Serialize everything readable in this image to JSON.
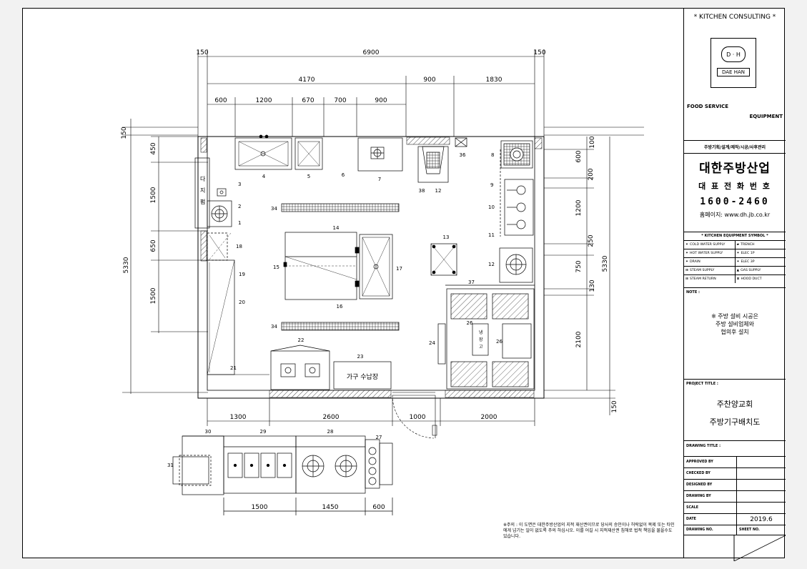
{
  "dims": {
    "overall": "6900",
    "left_margin": "150",
    "right_margin": "150",
    "seg_a": "4170",
    "seg_b": "900",
    "seg_c": "1830",
    "sub": [
      "600",
      "1200",
      "670",
      "700",
      "900"
    ],
    "left_side": [
      "450",
      "1500",
      "650",
      "1500"
    ],
    "left_total": "5330",
    "left_top": "150",
    "right_side": [
      "100",
      "600",
      "200",
      "1200",
      "250",
      "750",
      "130",
      "2100"
    ],
    "right_total": "5330",
    "right_bottom": "150",
    "bottom": [
      "1300",
      "2600",
      "1000",
      "2000"
    ],
    "elev_bottom": [
      "1500",
      "1450",
      "600"
    ]
  },
  "labels": {
    "n1": "1",
    "n2": "2",
    "n3": "3",
    "n4": "4",
    "n5": "5",
    "n6": "6",
    "n7": "7",
    "n8": "8",
    "n9": "9",
    "n10": "10",
    "n11": "11",
    "n12a": "12",
    "n12b": "12",
    "n13": "13",
    "n14": "14",
    "n15": "15",
    "n16": "16",
    "n17": "17",
    "n18": "18",
    "n19": "19",
    "n20": "20",
    "n21": "21",
    "n22": "22",
    "n23": "23",
    "n24": "24",
    "n26a": "26",
    "n26b": "26",
    "n27": "27",
    "n28": "28",
    "n29": "29",
    "n30": "30",
    "n31": "31",
    "n34a": "34",
    "n34b": "34",
    "n36": "36",
    "n37": "37",
    "n38": "38",
    "fridge_vertical": "다\n지\n펌",
    "storage": "가구 수납장",
    "center_box": "냉\n장\n고"
  },
  "note_footer": "※주의 : 이 도면은 대한주방산업의 지적 재산권이므로 당사의 승인이나 허락없이 복제 또는 타인에게 넘기는 일이 없도록 주의 하십시오. 이를 어길 시 지적재산권 침해로 법적 책임을 물을수도 있습니다.",
  "title_block": {
    "consulting": "* KITCHEN CONSULTING *",
    "logo_mark": "D · H",
    "logo_name": "DAE HAN",
    "fse_line1": "FOOD SERVICE",
    "fse_line2": "EQUIPMENT",
    "services": "주방기획/설계/제작/시공/사후관리",
    "company": "대한주방산업",
    "phone_label": "대 표 전 화 번 호",
    "phone": "1600-2460",
    "homepage": "홈페이지: www.dh.jb.co.kr",
    "symbol_title": "* KITCHEN EQUIPMENT SYMBOL *",
    "legend": [
      [
        "COLD WATER SUPPLY",
        "TRENCH"
      ],
      [
        "HOT WATER SUPPLY",
        "ELEC 1P"
      ],
      [
        "DRAIN",
        "ELEC 3P"
      ],
      [
        "STEAM SUPPLY",
        "GAS SUPPLY"
      ],
      [
        "STEAM RETURN",
        "HOOD DUCT"
      ]
    ],
    "note_label": "NOTE :",
    "note_text": "※ 주방 설비 시공은\n주방 설비업체와\n협의후 설치",
    "project_label": "PROJECT TITLE :",
    "project_line1": "주찬양교회",
    "project_line2": "주방기구배치도",
    "drawing_title": "DRAWING TITLE :",
    "approved": "APPROVED BY",
    "checked": "CHECKED BY",
    "designed": "DESIGNED BY",
    "drawing_by": "DRAWING BY",
    "scale": "SCALE",
    "date_label": "DATE",
    "date": "2019.6",
    "drawing_no": "DRAWING NO.",
    "sheet_no": "SHEET NO."
  }
}
